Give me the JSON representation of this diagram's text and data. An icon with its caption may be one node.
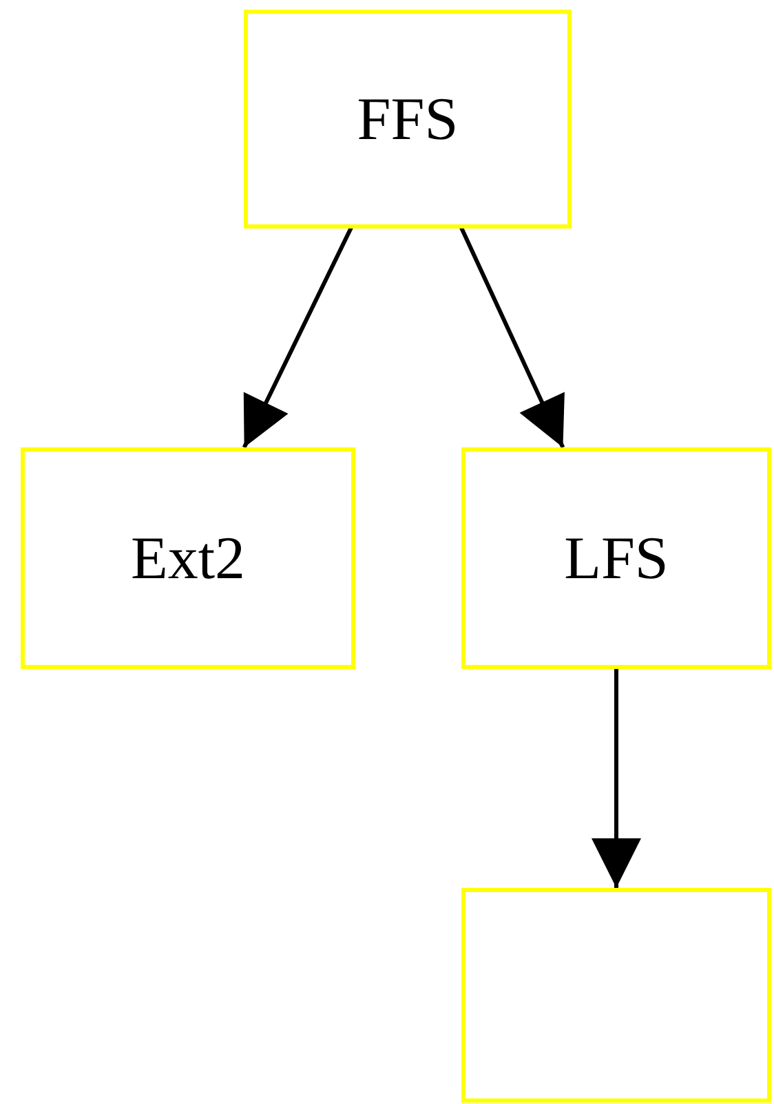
{
  "diagram": {
    "nodes": [
      {
        "text": [
          "FFS"
        ]
      },
      {
        "text": [
          "Ext2"
        ]
      },
      {
        "text": [
          "LFS"
        ]
      },
      {
        "text": [],
        "shape": "box"
      }
    ],
    "edges": [
      {
        "from": 0,
        "to": 1,
        "arrow": "to"
      },
      {
        "from": 0,
        "to": 2,
        "arrow": "to"
      },
      {
        "from": 2,
        "to": 3,
        "arrow": "to"
      }
    ]
  }
}
